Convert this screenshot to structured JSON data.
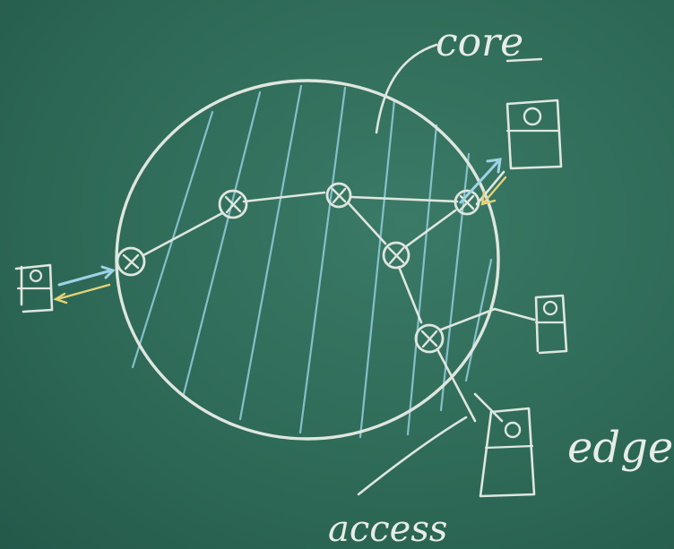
{
  "labels": {
    "core": "core",
    "edge": "edge",
    "access": "access"
  },
  "colors": {
    "board": "#2f6a58",
    "chalk": "#dfe6df",
    "hatch_blue": "#8fc8d6",
    "arrow_blue": "#9fd2e6",
    "arrow_yellow": "#e3d27a"
  }
}
